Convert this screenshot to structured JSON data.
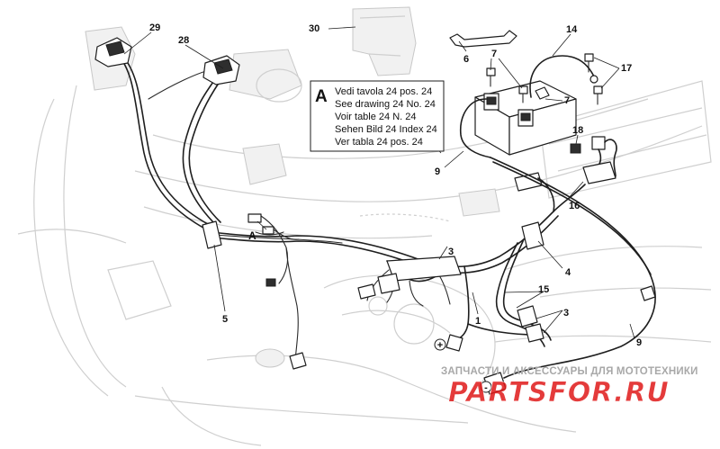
{
  "diagram": {
    "callouts": {
      "c1": "1",
      "c3a": "3",
      "c3b": "3",
      "c4": "4",
      "c5": "5",
      "c6": "6",
      "c7a": "7",
      "c7b": "7",
      "c9a": "9",
      "c9b": "9",
      "c14": "14",
      "c15": "15",
      "c16": "16",
      "c17": "17",
      "c18": "18",
      "c28": "28",
      "c29": "29",
      "c30": "30",
      "cA": "A"
    },
    "reference_note": {
      "letter": "A",
      "lines": [
        "Vedi tavola 24 pos. 24",
        "See drawing 24 No. 24",
        "Voir table 24 N. 24",
        "Sehen Bild 24 Index 24",
        "Ver tabla 24 pos. 24"
      ]
    },
    "terminals": {
      "plus": "+",
      "minus": "-"
    }
  },
  "watermark": {
    "caption": "ЗАПЧАСТИ И АКСЕССУАРЫ ДЛЯ МОТОТЕХНИКИ",
    "logo_text": "PARTSFOR.RU",
    "color": "#e01a1a"
  }
}
